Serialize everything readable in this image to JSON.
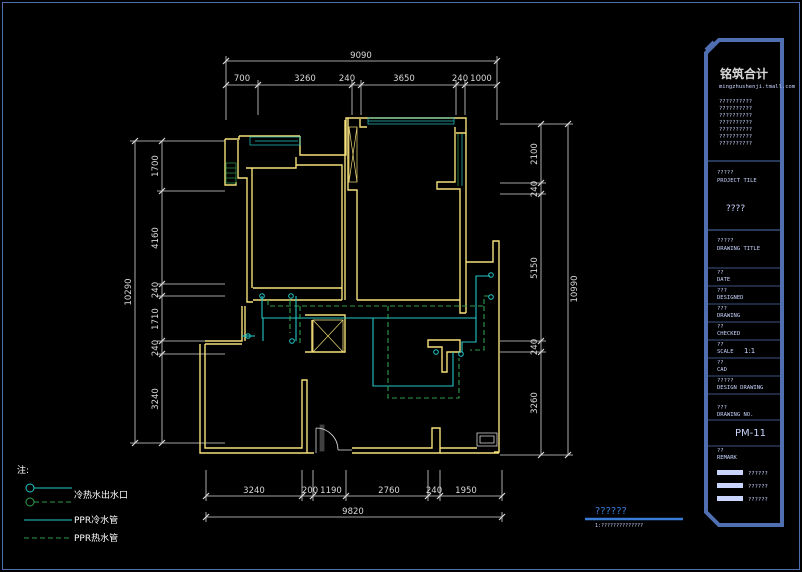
{
  "colors": {
    "background": "#000000",
    "wall": "#f5e07a",
    "cold_pipe": "#25c6c6",
    "hot_pipe": "#2f9e4f",
    "dimension": "#d8d8d8",
    "border": "#4f6fb0",
    "titleblock_text": "#c9d4ff"
  },
  "dimensions": {
    "top_total": "9090",
    "top_segments": [
      "700",
      "3260",
      "240",
      "3650",
      "240",
      "1000"
    ],
    "left_total": "10290",
    "left_segments": [
      "1700",
      "4160",
      "240",
      "1710",
      "240",
      "3240"
    ],
    "right_total": "10990",
    "right_segments": [
      "2100",
      "240",
      "5150",
      "240",
      "3260"
    ],
    "bottom_total": "9820",
    "bottom_segments": [
      "3240",
      "200",
      "1190",
      "2760",
      "240",
      "1950"
    ]
  },
  "legend": {
    "title": "注:",
    "items": [
      {
        "label": "冷热水出水口",
        "icon": "outlet-circle-icon"
      },
      {
        "label": "PPR冷水管",
        "icon": "solid-line-icon"
      },
      {
        "label": "PPR热水管",
        "icon": "dashed-line-icon"
      }
    ]
  },
  "drawing_title": {
    "name": "??????",
    "subtitle": "1:??????????????"
  },
  "title_block": {
    "logo": "铭筑合计",
    "website": "mingzhushenji.tmall.com",
    "notes": [
      "??????????",
      "??????????",
      "??????????",
      "??????????",
      "??????????",
      "??????????",
      "??????????"
    ],
    "project_label": "?????",
    "project_title": "PROJECT TILE",
    "project_value": "????",
    "drawing_label": "?????",
    "drawing_title": "DRAWING TITLE",
    "rows": [
      {
        "cn": "??",
        "en": "DATE",
        "value": ""
      },
      {
        "cn": "???",
        "en": "DESIGNED",
        "value": ""
      },
      {
        "cn": "???",
        "en": "DRAWING",
        "value": ""
      },
      {
        "cn": "??",
        "en": "CHECKED",
        "value": ""
      },
      {
        "cn": "??",
        "en": "SCALE",
        "value": "1:1"
      },
      {
        "cn": "??",
        "en": "CAD",
        "value": ""
      },
      {
        "cn": "?????",
        "en": "DESIGN DRAWING",
        "value": ""
      }
    ],
    "drawing_no_cn": "???",
    "drawing_no_en": "DRAWING NO.",
    "drawing_no": "PM-11",
    "remark_cn": "??",
    "remark_en": "REMARK",
    "remarks": [
      "??????",
      "??????",
      "??????"
    ]
  }
}
